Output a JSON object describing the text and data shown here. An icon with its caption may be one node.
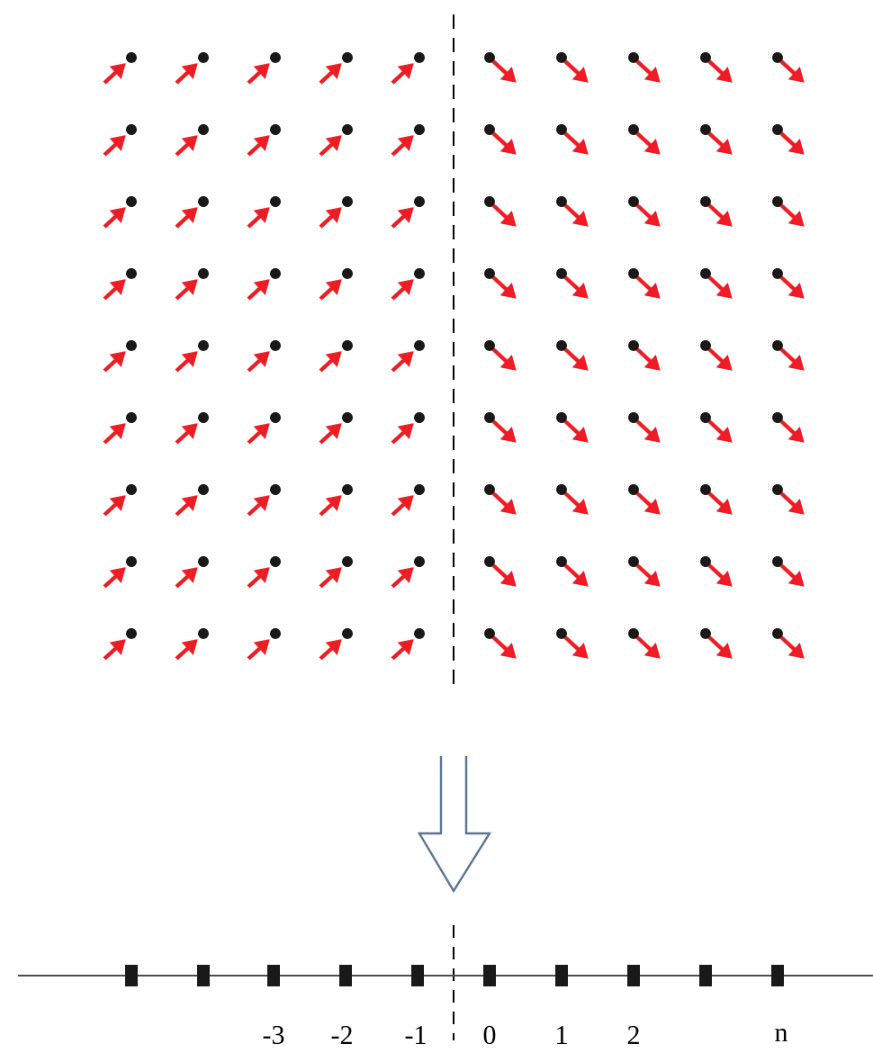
{
  "diagram": {
    "labels": [
      "-3",
      "-2",
      "-1",
      "0",
      "1",
      "2",
      "n"
    ]
  }
}
